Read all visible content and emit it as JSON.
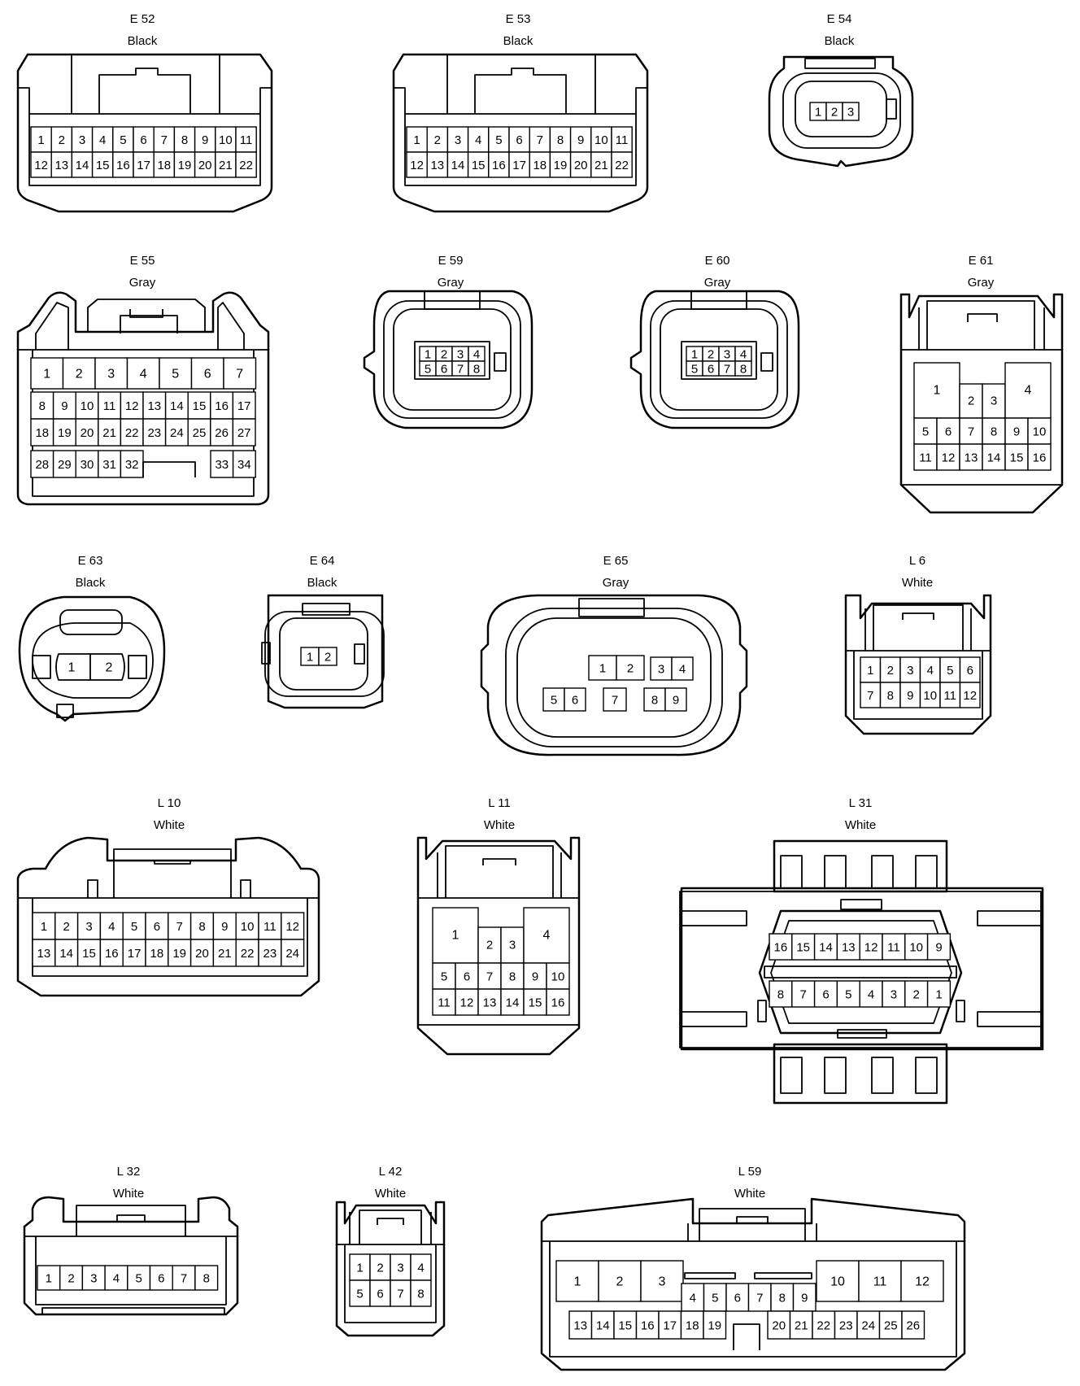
{
  "connectors": [
    {
      "id": "E 52",
      "color": "Black",
      "pins": [
        "1",
        "2",
        "3",
        "4",
        "5",
        "6",
        "7",
        "8",
        "9",
        "10",
        "11",
        "12",
        "13",
        "14",
        "15",
        "16",
        "17",
        "18",
        "19",
        "20",
        "21",
        "22"
      ]
    },
    {
      "id": "E 53",
      "color": "Black",
      "pins": [
        "1",
        "2",
        "3",
        "4",
        "5",
        "6",
        "7",
        "8",
        "9",
        "10",
        "11",
        "12",
        "13",
        "14",
        "15",
        "16",
        "17",
        "18",
        "19",
        "20",
        "21",
        "22"
      ]
    },
    {
      "id": "E 54",
      "color": "Black",
      "pins": [
        "1",
        "2",
        "3"
      ]
    },
    {
      "id": "E 55",
      "color": "Gray",
      "pins": [
        "1",
        "2",
        "3",
        "4",
        "5",
        "6",
        "7",
        "8",
        "9",
        "10",
        "11",
        "12",
        "13",
        "14",
        "15",
        "16",
        "17",
        "18",
        "19",
        "20",
        "21",
        "22",
        "23",
        "24",
        "25",
        "26",
        "27",
        "28",
        "29",
        "30",
        "31",
        "32",
        "33",
        "34"
      ]
    },
    {
      "id": "E 59",
      "color": "Gray",
      "pins": [
        "1",
        "2",
        "3",
        "4",
        "5",
        "6",
        "7",
        "8"
      ]
    },
    {
      "id": "E 60",
      "color": "Gray",
      "pins": [
        "1",
        "2",
        "3",
        "4",
        "5",
        "6",
        "7",
        "8"
      ]
    },
    {
      "id": "E 61",
      "color": "Gray",
      "pins": [
        "1",
        "2",
        "3",
        "4",
        "5",
        "6",
        "7",
        "8",
        "9",
        "10",
        "11",
        "12",
        "13",
        "14",
        "15",
        "16"
      ]
    },
    {
      "id": "E 63",
      "color": "Black",
      "pins": [
        "1",
        "2"
      ]
    },
    {
      "id": "E 64",
      "color": "Black",
      "pins": [
        "1",
        "2"
      ]
    },
    {
      "id": "E 65",
      "color": "Gray",
      "pins": [
        "1",
        "2",
        "3",
        "4",
        "5",
        "6",
        "7",
        "8",
        "9"
      ]
    },
    {
      "id": "L 6",
      "color": "White",
      "pins": [
        "1",
        "2",
        "3",
        "4",
        "5",
        "6",
        "7",
        "8",
        "9",
        "10",
        "11",
        "12"
      ]
    },
    {
      "id": "L 10",
      "color": "White",
      "pins": [
        "1",
        "2",
        "3",
        "4",
        "5",
        "6",
        "7",
        "8",
        "9",
        "10",
        "11",
        "12",
        "13",
        "14",
        "15",
        "16",
        "17",
        "18",
        "19",
        "20",
        "21",
        "22",
        "23",
        "24"
      ]
    },
    {
      "id": "L 11",
      "color": "White",
      "pins": [
        "1",
        "2",
        "3",
        "4",
        "5",
        "6",
        "7",
        "8",
        "9",
        "10",
        "11",
        "12",
        "13",
        "14",
        "15",
        "16"
      ]
    },
    {
      "id": "L 31",
      "color": "White",
      "pins": [
        "16",
        "15",
        "14",
        "13",
        "12",
        "11",
        "10",
        "9",
        "8",
        "7",
        "6",
        "5",
        "4",
        "3",
        "2",
        "1"
      ]
    },
    {
      "id": "L 32",
      "color": "White",
      "pins": [
        "1",
        "2",
        "3",
        "4",
        "5",
        "6",
        "7",
        "8"
      ]
    },
    {
      "id": "L 42",
      "color": "White",
      "pins": [
        "1",
        "2",
        "3",
        "4",
        "5",
        "6",
        "7",
        "8"
      ]
    },
    {
      "id": "L 59",
      "color": "White",
      "pins": [
        "1",
        "2",
        "3",
        "4",
        "5",
        "6",
        "7",
        "8",
        "9",
        "10",
        "11",
        "12",
        "13",
        "14",
        "15",
        "16",
        "17",
        "18",
        "19",
        "20",
        "21",
        "22",
        "23",
        "24",
        "25",
        "26"
      ]
    }
  ]
}
